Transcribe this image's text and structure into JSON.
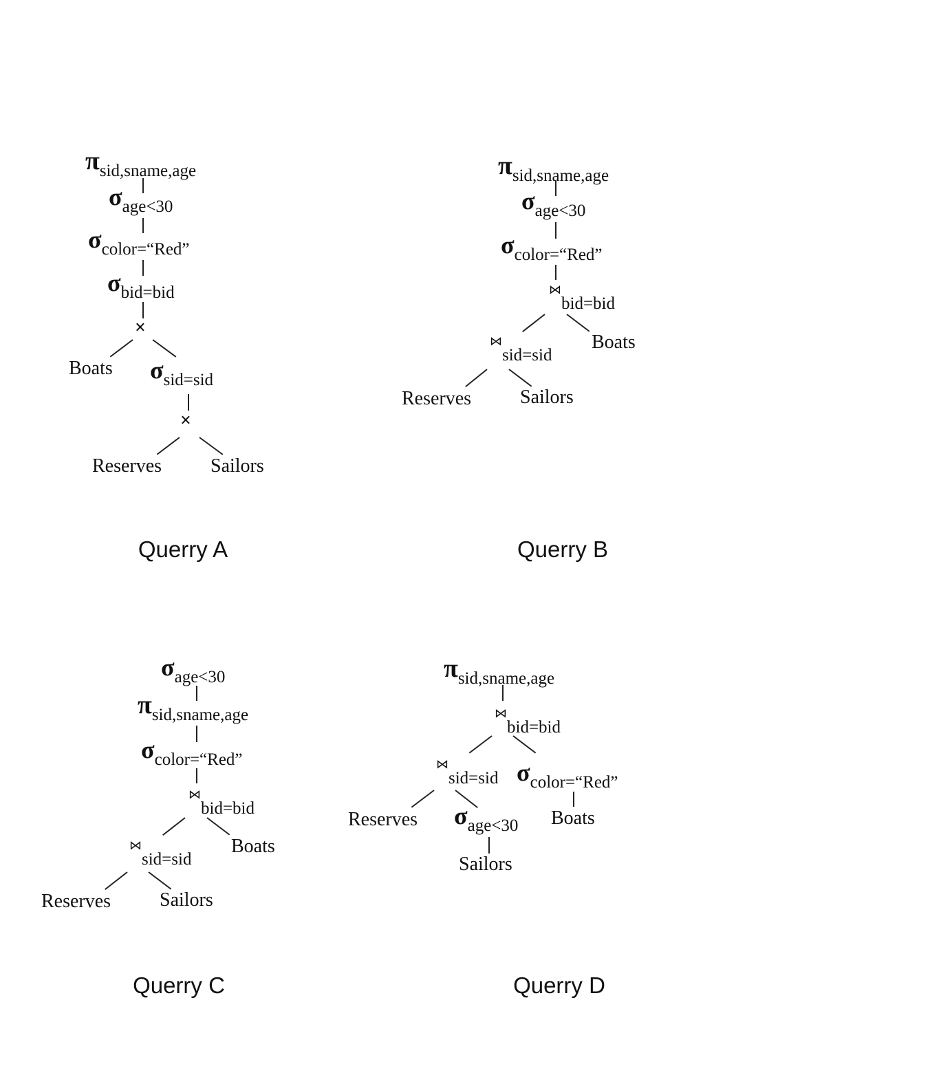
{
  "symbols": {
    "pi": "π",
    "sigma": "σ",
    "join": "⋈",
    "cross": "×"
  },
  "queries": [
    {
      "caption": "Querry A",
      "nodes": [
        {
          "op": "pi",
          "label": "sid,sname,age"
        },
        {
          "op": "sigma",
          "label": "age<30"
        },
        {
          "op": "sigma",
          "label": "color=“Red”"
        },
        {
          "op": "sigma",
          "label": "bid=bid"
        },
        {
          "op": "cross",
          "label": ""
        },
        {
          "op": "rel",
          "label": "Boats"
        },
        {
          "op": "sigma",
          "label": "sid=sid"
        },
        {
          "op": "cross",
          "label": ""
        },
        {
          "op": "rel",
          "label": "Reserves"
        },
        {
          "op": "rel",
          "label": "Sailors"
        }
      ]
    },
    {
      "caption": "Querry B",
      "nodes": [
        {
          "op": "pi",
          "label": "sid,sname,age"
        },
        {
          "op": "sigma",
          "label": "age<30"
        },
        {
          "op": "sigma",
          "label": "color=“Red”"
        },
        {
          "op": "join",
          "label": "bid=bid"
        },
        {
          "op": "join",
          "label": "sid=sid"
        },
        {
          "op": "rel",
          "label": "Boats"
        },
        {
          "op": "rel",
          "label": "Reserves"
        },
        {
          "op": "rel",
          "label": "Sailors"
        }
      ]
    },
    {
      "caption": "Querry C",
      "nodes": [
        {
          "op": "sigma",
          "label": "age<30"
        },
        {
          "op": "pi",
          "label": "sid,sname,age"
        },
        {
          "op": "sigma",
          "label": "color=“Red”"
        },
        {
          "op": "join",
          "label": "bid=bid"
        },
        {
          "op": "join",
          "label": "sid=sid"
        },
        {
          "op": "rel",
          "label": "Boats"
        },
        {
          "op": "rel",
          "label": "Reserves"
        },
        {
          "op": "rel",
          "label": "Sailors"
        }
      ]
    },
    {
      "caption": "Querry D",
      "nodes": [
        {
          "op": "pi",
          "label": "sid,sname,age"
        },
        {
          "op": "join",
          "label": "bid=bid"
        },
        {
          "op": "join",
          "label": "sid=sid"
        },
        {
          "op": "sigma",
          "label": "color=“Red”"
        },
        {
          "op": "rel",
          "label": "Reserves"
        },
        {
          "op": "sigma",
          "label": "age<30"
        },
        {
          "op": "rel",
          "label": "Boats"
        },
        {
          "op": "rel",
          "label": "Sailors"
        }
      ]
    }
  ]
}
